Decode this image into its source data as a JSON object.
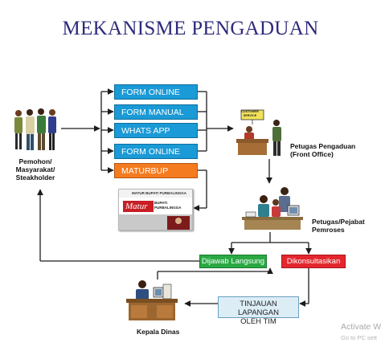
{
  "title": "MEKANISME PENGADUAN",
  "channels": [
    {
      "label": "FORM ONLINE",
      "color": "#1a9ad6"
    },
    {
      "label": "FORM MANUAL",
      "color": "#1a9ad6"
    },
    {
      "label": "WHATS APP",
      "color": "#1a9ad6"
    },
    {
      "label": "FORM ONLINE",
      "color": "#1a9ad6"
    },
    {
      "label": "MATURBUP",
      "color": "#f47b20"
    }
  ],
  "actors": {
    "pemohon": [
      "Pemohon/",
      "Masyarakat/",
      "Steakholder"
    ],
    "front_office": [
      "Petugas Pengaduan",
      "(Front Office)"
    ],
    "pemroses": [
      "Petugas/Pejabat",
      "Pemroses"
    ],
    "kepala": "Kepala Dinas"
  },
  "front_desk_sign": [
    "CUSTOMER",
    "SERVICE"
  ],
  "outcomes": {
    "dijawab": {
      "label": "Dijawab Langsung",
      "color": "#2aa843"
    },
    "dikonsultasikan": {
      "label": "Dikonsultasikan",
      "color": "#e3262d"
    }
  },
  "tinjauan": [
    "TINJAUAN LAPANGAN",
    "OLEH TIM"
  ],
  "maturbup_card": {
    "header": "MATUR BUPATI PURBALINGGA",
    "logo": "Matur",
    "subtitle": [
      "BUPATI",
      "PURBALINGGA"
    ]
  },
  "watermark": {
    "line1": "Activate W",
    "line2": "Go to PC sett"
  },
  "colors": {
    "title": "#2e2a7c",
    "lines": "#1c1c1c"
  }
}
